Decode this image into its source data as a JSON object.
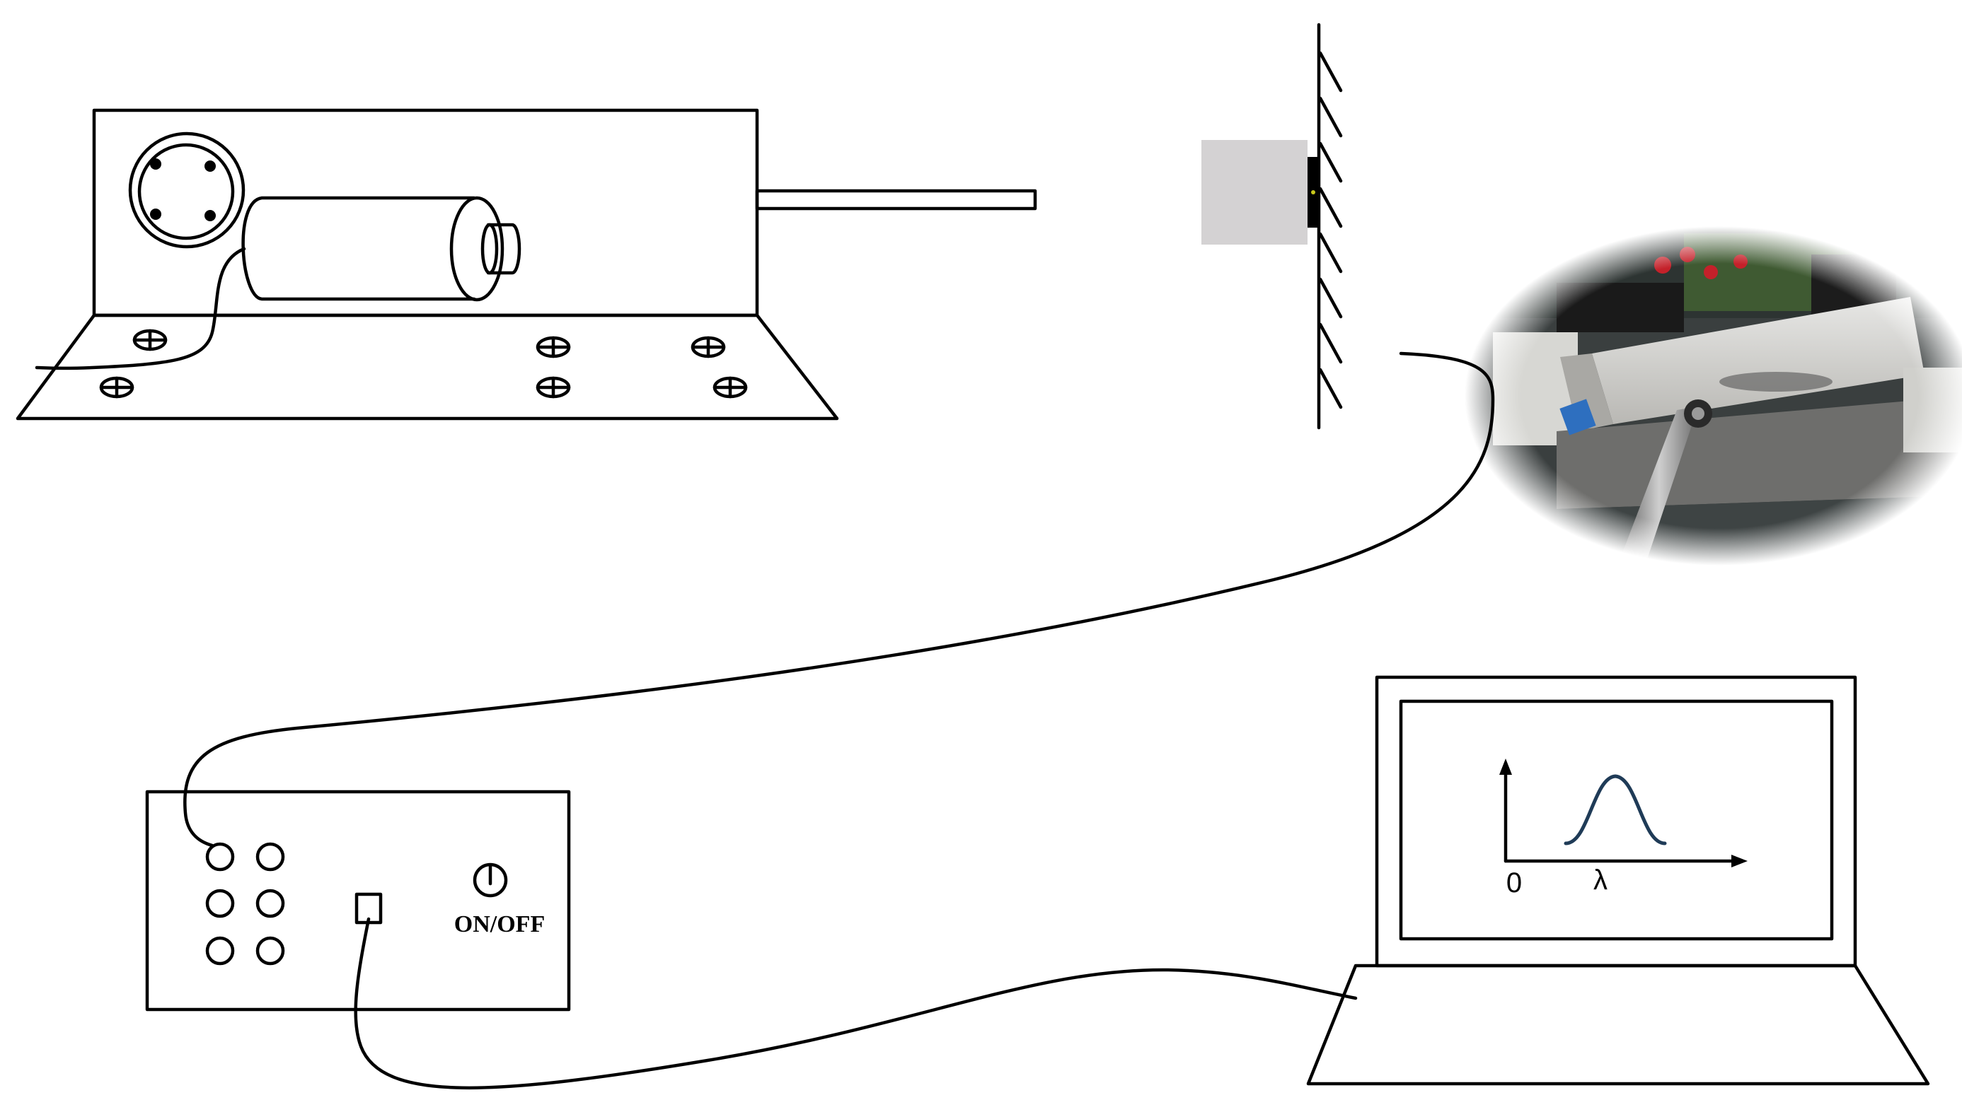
{
  "diagram": {
    "controller": {
      "switch_label": "ON/OFF"
    },
    "laptop": {
      "spectrum": {
        "origin_label": "0",
        "x_axis_label": "λ",
        "curve_color": "#1f3b57"
      }
    },
    "specimen_block_color": "#d4d2d3",
    "sensor_color": "#000000"
  }
}
